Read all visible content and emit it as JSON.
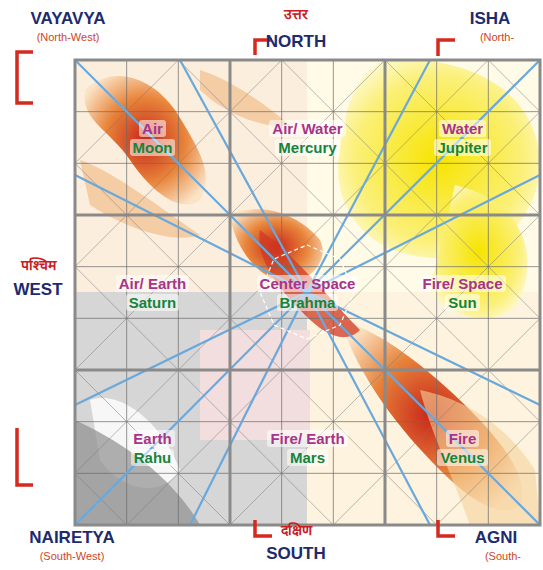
{
  "diagram": {
    "nodes": [
      {
        "text": [
          "Air",
          "Moon"
        ]
      },
      {
        "text": [
          "Air/ Water",
          "Mercury"
        ]
      },
      {
        "text": [
          "Water",
          "Jupiter"
        ]
      },
      {
        "text": [
          "Air/ Earth",
          "Saturn"
        ]
      },
      {
        "text": [
          "Center Space",
          "Brahma"
        ]
      },
      {
        "text": [
          "Fire/ Space",
          "Sun"
        ]
      },
      {
        "text": [
          "Earth",
          "Rahu"
        ]
      },
      {
        "text": [
          "Fire/ Earth",
          "Mars"
        ]
      },
      {
        "text": [
          "Fire",
          "Venus"
        ]
      }
    ],
    "labels": [
      "VAYAVYA",
      "(North-West)",
      "उत्तर",
      "NORTH",
      "ISHA",
      "(North-",
      "पश्चिम",
      "WEST",
      "NAIRETYA",
      "(South-West)",
      "दक्षिण",
      "SOUTH",
      "AGNI",
      "(South-"
    ]
  }
}
